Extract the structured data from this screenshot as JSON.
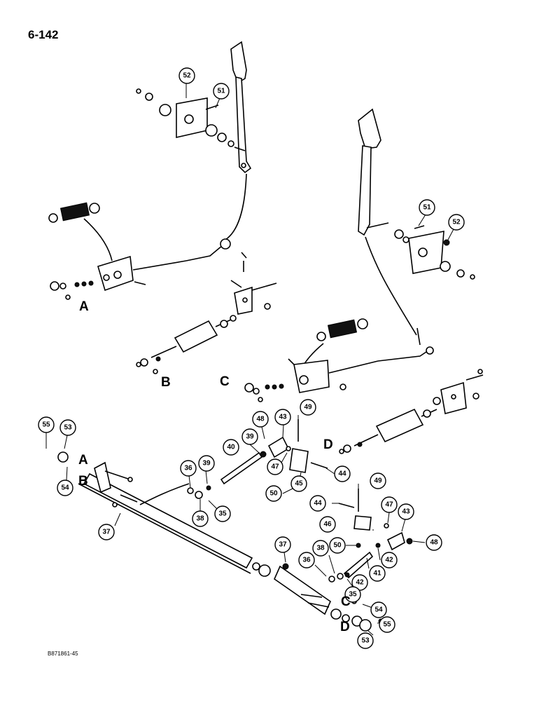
{
  "page_number": "6-142",
  "figure_id": "B871861-45",
  "callouts": [
    {
      "id": "c52a",
      "label": "52"
    },
    {
      "id": "c51a",
      "label": "51"
    },
    {
      "id": "c51b",
      "label": "51"
    },
    {
      "id": "c52b",
      "label": "52"
    },
    {
      "id": "c55a",
      "label": "55"
    },
    {
      "id": "c53a",
      "label": "53"
    },
    {
      "id": "c54a",
      "label": "54"
    },
    {
      "id": "c48a",
      "label": "48"
    },
    {
      "id": "c43a",
      "label": "43"
    },
    {
      "id": "c49a",
      "label": "49"
    },
    {
      "id": "c40",
      "label": "40"
    },
    {
      "id": "c39a",
      "label": "39"
    },
    {
      "id": "c47a",
      "label": "47"
    },
    {
      "id": "c44a",
      "label": "44"
    },
    {
      "id": "c45",
      "label": "45"
    },
    {
      "id": "c50a",
      "label": "50"
    },
    {
      "id": "c36a",
      "label": "36"
    },
    {
      "id": "c39b",
      "label": "39"
    },
    {
      "id": "c38a",
      "label": "38"
    },
    {
      "id": "c35a",
      "label": "35"
    },
    {
      "id": "c37a",
      "label": "37"
    },
    {
      "id": "c49b",
      "label": "49"
    },
    {
      "id": "c44b",
      "label": "44"
    },
    {
      "id": "c47b",
      "label": "47"
    },
    {
      "id": "c43b",
      "label": "43"
    },
    {
      "id": "c46",
      "label": "46"
    },
    {
      "id": "c50b",
      "label": "50"
    },
    {
      "id": "c48b",
      "label": "48"
    },
    {
      "id": "c42a",
      "label": "42"
    },
    {
      "id": "c41",
      "label": "41"
    },
    {
      "id": "c42b",
      "label": "42"
    },
    {
      "id": "c37b",
      "label": "37"
    },
    {
      "id": "c38b",
      "label": "38"
    },
    {
      "id": "c36b",
      "label": "36"
    },
    {
      "id": "c35b",
      "label": "35"
    },
    {
      "id": "c54b",
      "label": "54"
    },
    {
      "id": "c55b",
      "label": "55"
    },
    {
      "id": "c53b",
      "label": "53"
    }
  ],
  "letters": [
    {
      "id": "lA1",
      "label": "A"
    },
    {
      "id": "lB1",
      "label": "B"
    },
    {
      "id": "lC1",
      "label": "C"
    },
    {
      "id": "lD1",
      "label": "D"
    },
    {
      "id": "lA2",
      "label": "A"
    },
    {
      "id": "lB2",
      "label": "B"
    },
    {
      "id": "lC2",
      "label": "C"
    },
    {
      "id": "lD2",
      "label": "D"
    }
  ]
}
